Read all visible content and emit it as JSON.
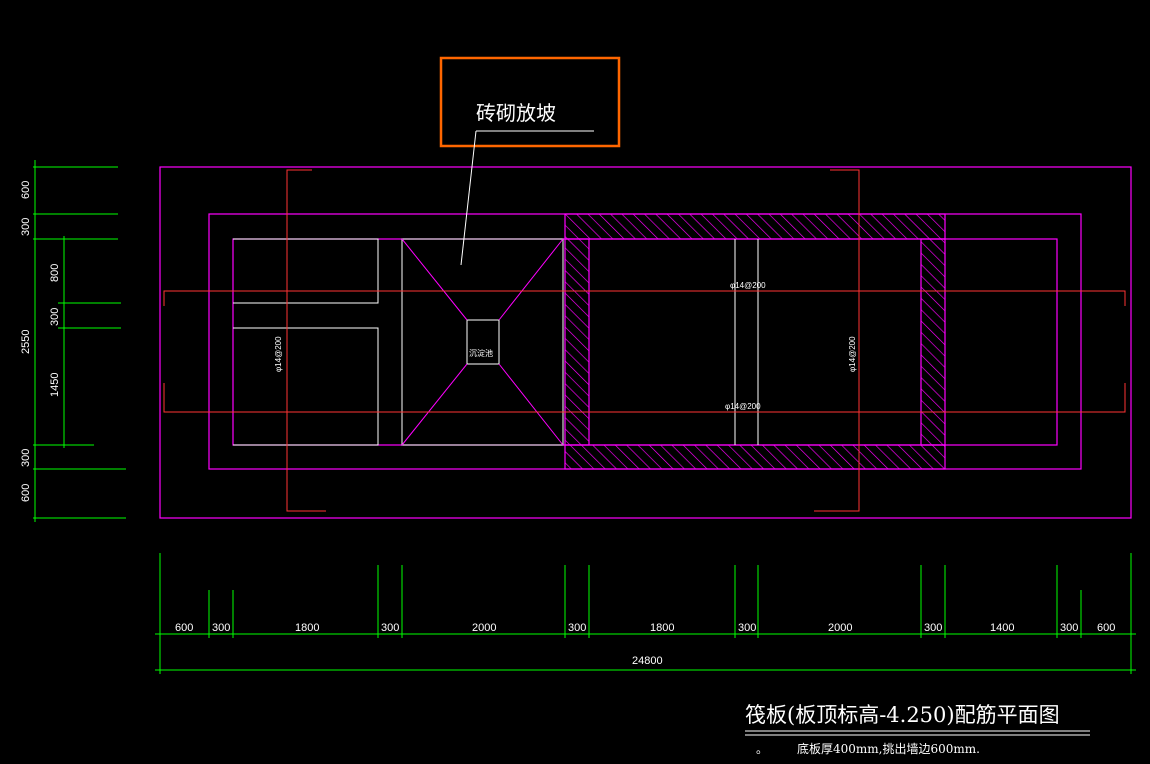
{
  "colors": {
    "background": "#000000",
    "outline": "#ff00ff",
    "wall_hatch": "#ff00ff",
    "rebar_line": "#ff3333",
    "section_mark": "#ff4422",
    "dimension": "#00ff00",
    "inner_lines": "#ffffff",
    "callout_box": "#ff6600",
    "text": "#ffffff"
  },
  "callout": {
    "label": "砖砌放坡"
  },
  "pit_label": "沉淀池",
  "rebar_labels": {
    "top_horizontal": "φ14@200",
    "bottom_horizontal": "φ14@200",
    "left_vertical": "φ14@200",
    "right_vertical": "φ14@200"
  },
  "dimensions": {
    "horizontal": [
      "600",
      "300",
      "1800",
      "300",
      "2000",
      "300",
      "1800",
      "300",
      "2000",
      "300",
      "1400",
      "300",
      "600"
    ],
    "total_horizontal": "24800",
    "vertical_outer": [
      "600",
      "300",
      "2550",
      "300",
      "600"
    ],
    "vertical_inner": [
      "800",
      "300",
      "1450"
    ]
  },
  "title": {
    "main": "筏板(板顶标高-4.250)配筋平面图",
    "note_bullet": "。",
    "note": "底板厚400mm,挑出墙边600mm."
  }
}
